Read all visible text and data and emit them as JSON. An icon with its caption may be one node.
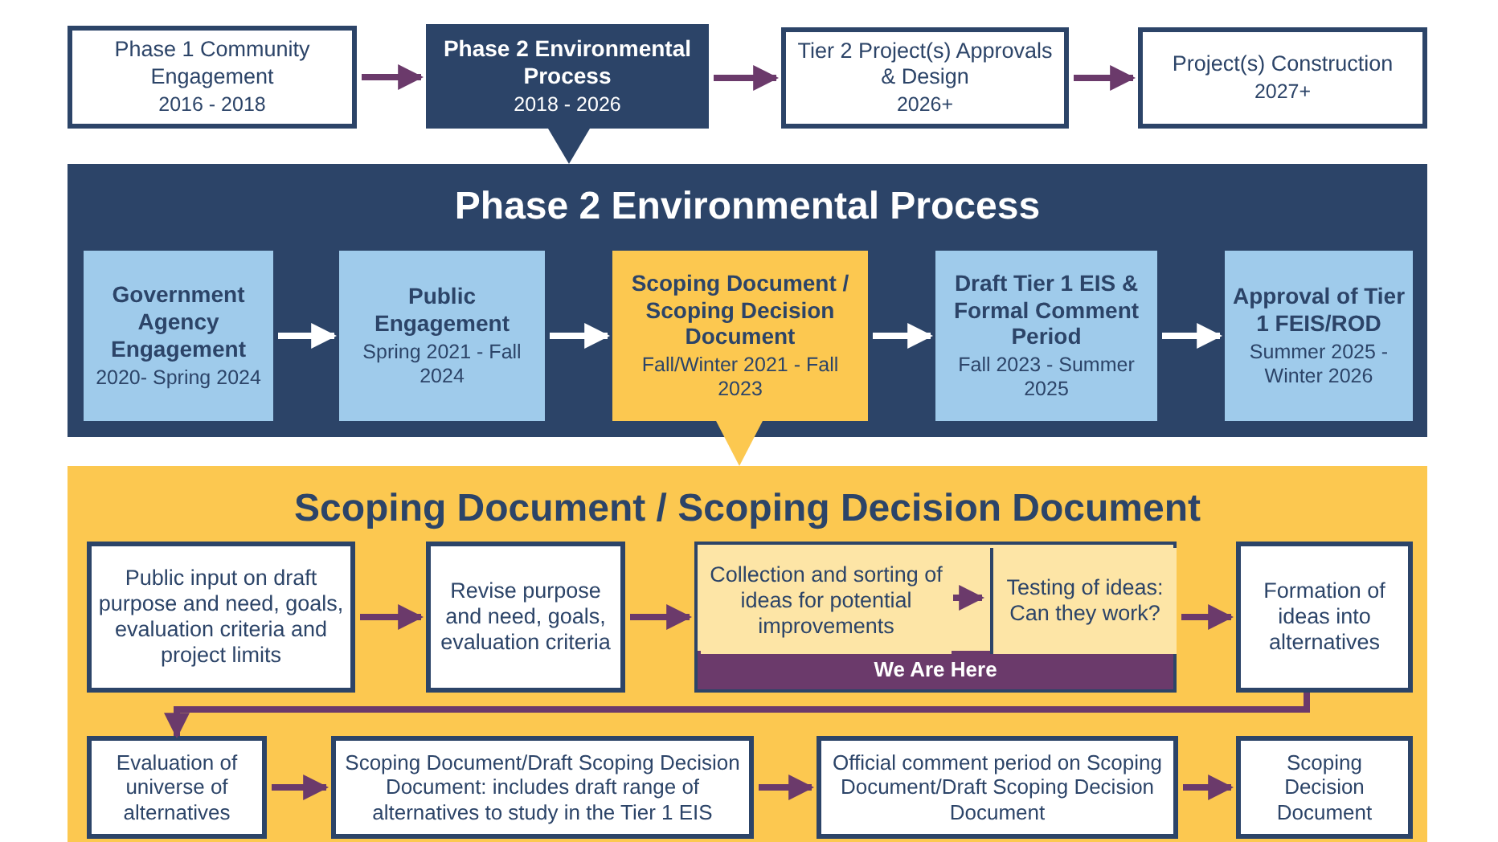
{
  "diagram": {
    "nodes": [
      {
        "text": [
          "Phase 1 Community Engagement",
          "2016 - 2018"
        ]
      },
      {
        "text": [
          "Phase 2 Environmental Process",
          "2018 - 2026"
        ]
      },
      {
        "text": [
          "Tier 2 Project(s) Approvals & Design",
          "2026+"
        ]
      },
      {
        "text": [
          "Project(s) Construction",
          "2027+"
        ]
      },
      {
        "text": [
          "Phase 2 Environmental Process"
        ]
      },
      {
        "text": [
          "Government Agency Engagement",
          "2020- Spring 2024"
        ],
        "in": 4
      },
      {
        "text": [
          "Public Engagement",
          "Spring 2021 - Fall 2024"
        ],
        "in": 4
      },
      {
        "text": [
          "Scoping Document / Scoping Decision Document",
          "Fall/Winter 2021 - Fall 2023"
        ],
        "in": 4
      },
      {
        "text": [
          "Draft Tier 1 EIS & Formal Comment Period",
          "Fall 2023 - Summer 2025"
        ],
        "in": 4
      },
      {
        "text": [
          "Approval of Tier 1 FEIS/ROD",
          "Summer 2025 - Winter 2026"
        ],
        "in": 4
      },
      {
        "text": [
          "Scoping Document / Scoping Decision Document"
        ]
      },
      {
        "text": [
          "Public input on draft purpose and need, goals, evaluation criteria and project limits"
        ],
        "in": 10
      },
      {
        "text": [
          "Revise purpose and need, goals, evaluation criteria"
        ],
        "in": 10
      },
      {
        "text": [
          "We Are Here"
        ],
        "in": 10
      },
      {
        "text": [
          "Collection and sorting of ideas for potential improvements"
        ],
        "in": 13
      },
      {
        "text": [
          "Testing of ideas: Can they work?"
        ],
        "in": 13
      },
      {
        "text": [
          "Formation of ideas into alternatives"
        ],
        "in": 10
      },
      {
        "text": [
          "Evaluation of universe of alternatives"
        ],
        "in": 10
      },
      {
        "text": [
          "Scoping Document/Draft Scoping Decision Document: includes draft range of alternatives to study in the Tier 1 EIS"
        ],
        "in": 10
      },
      {
        "text": [
          "Official comment period on Scoping Document/Draft Scoping Decision Document"
        ],
        "in": 10
      },
      {
        "text": [
          "Scoping Decision Document"
        ],
        "in": 10
      }
    ],
    "edges": [
      {
        "from": 0,
        "to": 1,
        "arrow": "to"
      },
      {
        "from": 1,
        "to": 2,
        "arrow": "to"
      },
      {
        "from": 2,
        "to": 3,
        "arrow": "to"
      },
      {
        "from": 5,
        "to": 6,
        "arrow": "to",
        "color": "#ffffff"
      },
      {
        "from": 6,
        "to": 7,
        "arrow": "to",
        "color": "#ffffff"
      },
      {
        "from": 7,
        "to": 8,
        "arrow": "to",
        "color": "#ffffff"
      },
      {
        "from": 8,
        "to": 9,
        "arrow": "to",
        "color": "#ffffff"
      },
      {
        "from": 11,
        "to": 12,
        "arrow": "to"
      },
      {
        "from": 12,
        "to": 13,
        "arrow": "to"
      },
      {
        "from": 14,
        "to": 15,
        "arrow": "to"
      },
      {
        "from": 13,
        "to": 16,
        "arrow": "to"
      },
      {
        "from": 16,
        "to": 17,
        "arrow": "to"
      },
      {
        "from": 17,
        "to": 18,
        "arrow": "to"
      },
      {
        "from": 18,
        "to": 19,
        "arrow": "to"
      },
      {
        "from": 19,
        "to": 20,
        "arrow": "to"
      }
    ]
  }
}
